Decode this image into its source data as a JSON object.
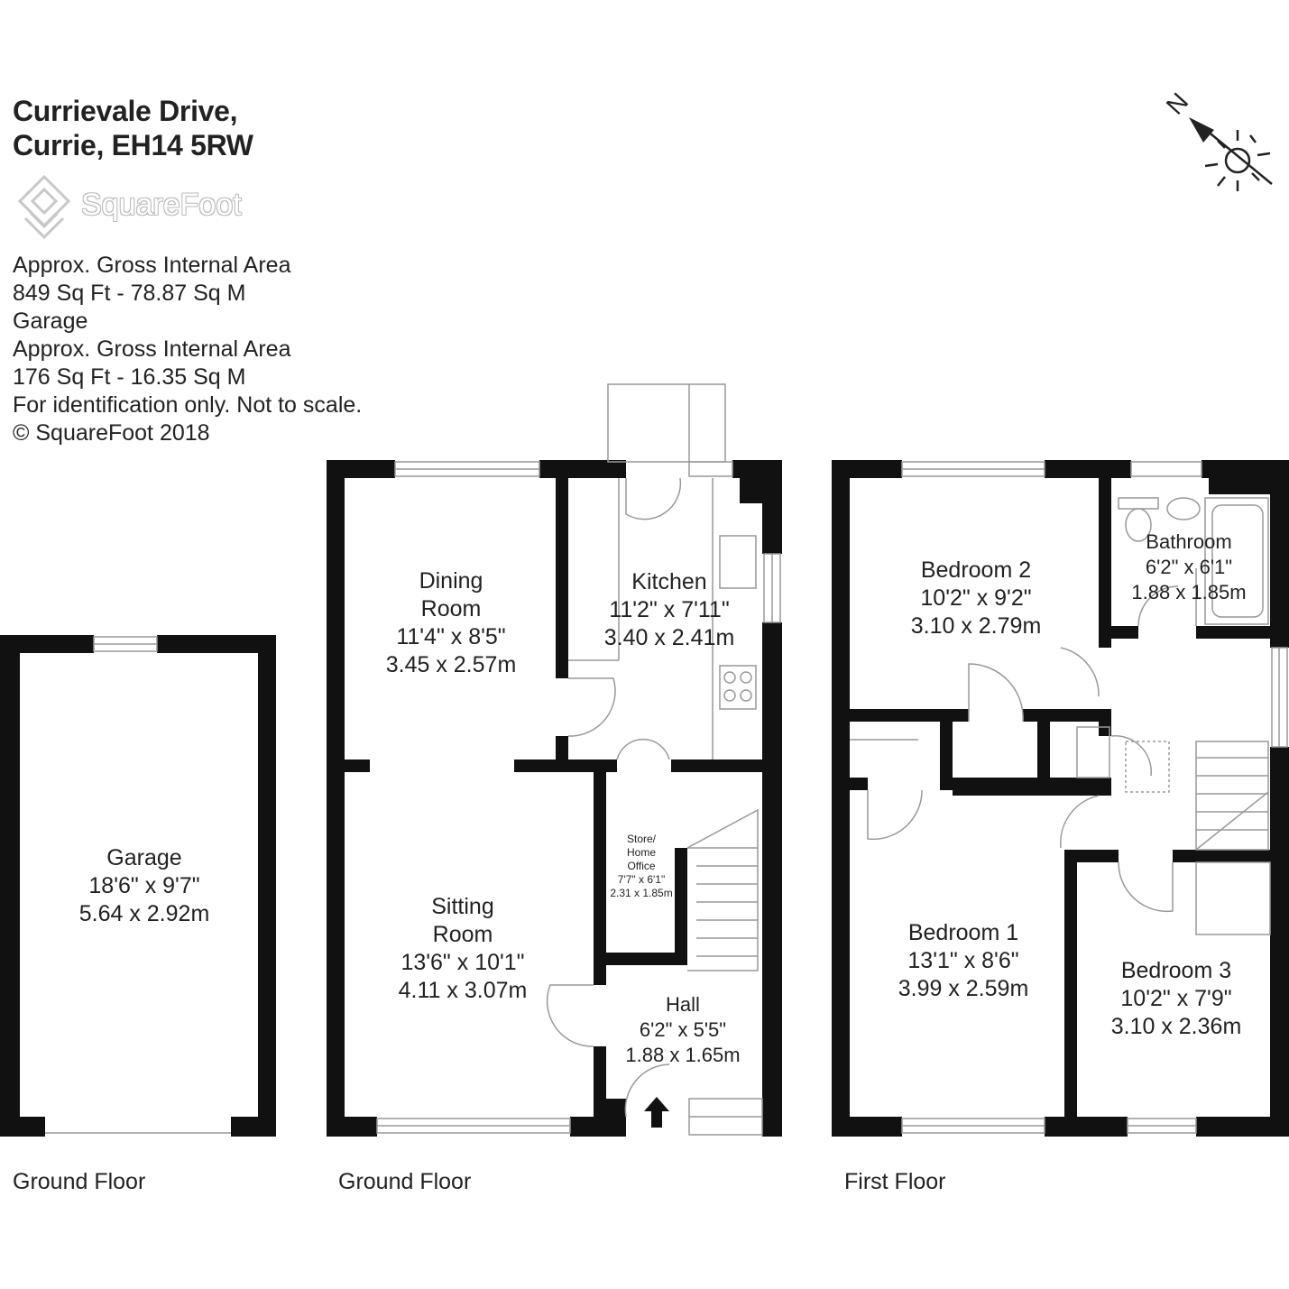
{
  "header": {
    "address_line1": "Currievale Drive,",
    "address_line2": "Currie, EH14 5RW"
  },
  "logo": {
    "text": "SquareFoot",
    "icon": "squarefoot-logo-icon"
  },
  "info": {
    "lines": [
      "Approx. Gross Internal Area",
      "849 Sq Ft  -  78.87 Sq M",
      "Garage",
      "Approx. Gross Internal Area",
      "176 Sq Ft  -  16.35 Sq M",
      "For identification only. Not to scale.",
      "© SquareFoot 2018"
    ]
  },
  "compass": {
    "letter": "N",
    "icon": "north-arrow-sun-icon"
  },
  "floors": [
    {
      "label": "Ground Floor"
    },
    {
      "label": "Ground Floor"
    },
    {
      "label": "First Floor"
    }
  ],
  "rooms": {
    "garage": {
      "name": "Garage",
      "imperial": "18'6\" x 9'7\"",
      "metric": "5.64 x 2.92m"
    },
    "dining": {
      "name1": "Dining",
      "name2": "Room",
      "imperial": "11'4\" x 8'5\"",
      "metric": "3.45 x 2.57m"
    },
    "kitchen": {
      "name": "Kitchen",
      "imperial": "11'2\" x 7'11\"",
      "metric": "3.40 x 2.41m"
    },
    "sitting": {
      "name1": "Sitting",
      "name2": "Room",
      "imperial": "13'6\" x 10'1\"",
      "metric": "4.11 x 3.07m"
    },
    "store": {
      "name1": "Store/",
      "name2": "Home",
      "name3": "Office",
      "imperial": "7'7\" x 6'1\"",
      "metric": "2.31 x 1.85m"
    },
    "hall": {
      "name": "Hall",
      "imperial": "6'2\" x 5'5\"",
      "metric": "1.88 x 1.65m"
    },
    "bedroom2": {
      "name": "Bedroom 2",
      "imperial": "10'2\" x 9'2\"",
      "metric": "3.10 x 2.79m"
    },
    "bathroom": {
      "name": "Bathroom",
      "imperial": "6'2\" x 6'1\"",
      "metric": "1.88 x 1.85m"
    },
    "bedroom1": {
      "name": "Bedroom 1",
      "imperial": "13'1\" x 8'6\"",
      "metric": "3.99 x 2.59m"
    },
    "bedroom3": {
      "name": "Bedroom 3",
      "imperial": "10'2\" x 7'9\"",
      "metric": "3.10 x 2.36m"
    }
  }
}
